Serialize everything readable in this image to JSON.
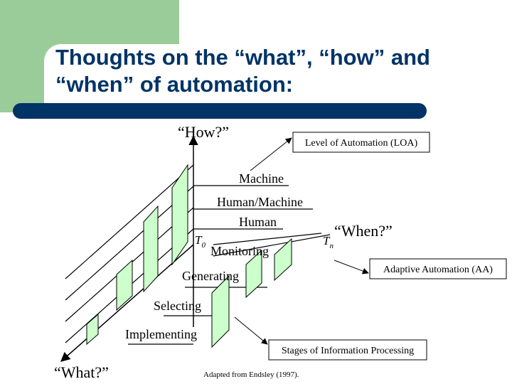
{
  "title": {
    "line1": "Thoughts on the “what”, “how” and",
    "line2": "“when” of automation:"
  },
  "axes": {
    "how": "“How?”",
    "what": "“What?”",
    "when": "“When?”"
  },
  "callouts": {
    "loa": "Level of Automation (LOA)",
    "aa": "Adaptive Automation (AA)",
    "sip": "Stages of Information Processing"
  },
  "levels": [
    "Machine",
    "Human/Machine",
    "Human"
  ],
  "stages": [
    "Monitoring",
    "Generating",
    "Selecting",
    "Implementing"
  ],
  "time": {
    "t0_base": "T",
    "t0_sub": "0",
    "tn_base": "T",
    "tn_sub": "n"
  },
  "citation": "Adapted from Endsley (1997).",
  "colors": {
    "title": "#003366",
    "title_bar": "#003366",
    "corner": "#99cc99",
    "plane": "#ccffcc"
  }
}
